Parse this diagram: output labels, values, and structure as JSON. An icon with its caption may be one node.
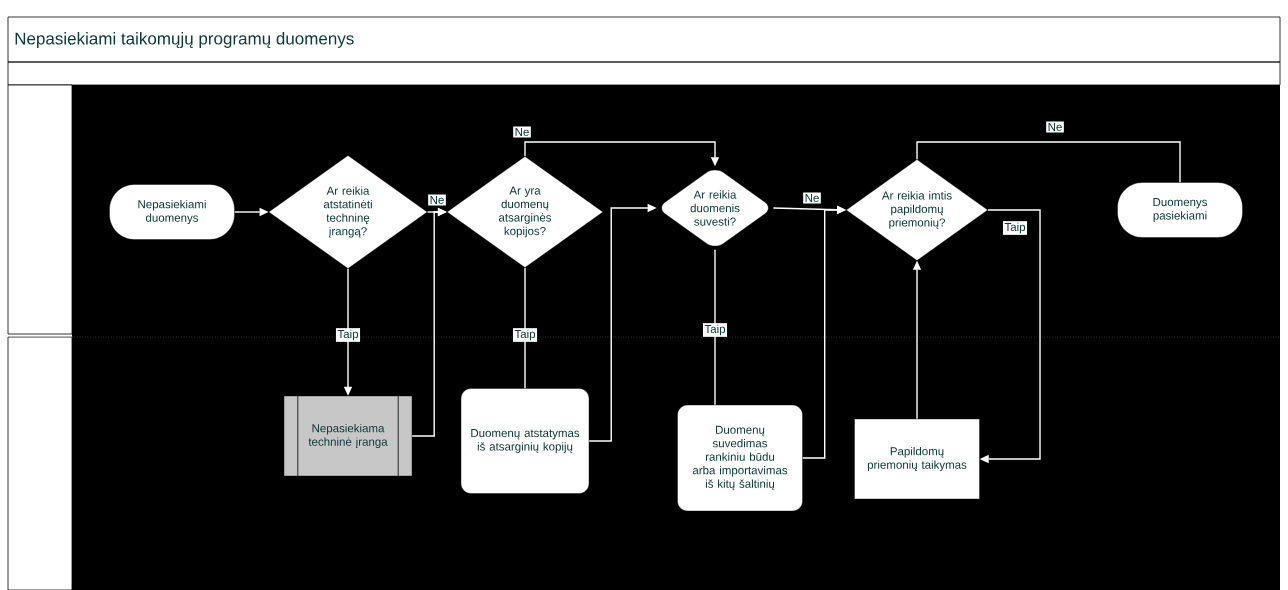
{
  "diagram": {
    "title": "Nepasiekiami taikomųjų programų duomenys",
    "nodes": [
      {
        "text": [
          "Nepasiekiami duomenys"
        ]
      },
      {
        "text": [
          "Ar reikia atstatinėti techninę įrangą?"
        ]
      },
      {
        "text": [
          "Ar yra duomenų atsarginės kopijos?"
        ]
      },
      {
        "text": [
          "Ar reikia duomenis suvesti?"
        ]
      },
      {
        "text": [
          "Ar reikia imtis papildomų priemonių?"
        ]
      },
      {
        "text": [
          "Duomenys pasiekiami"
        ]
      },
      {
        "text": [
          "Nepasiekiama techninė įranga"
        ]
      },
      {
        "text": [
          "Duomenų atstatymas iš atsarginių kopijų"
        ]
      },
      {
        "text": [
          "Duomenų suvedimas rankiniu būdu arba importavimas iš kitų šaltinių"
        ]
      },
      {
        "text": [
          "Papildomų priemonių taikymas"
        ]
      }
    ],
    "edges": [
      {
        "from": 0,
        "to": 1,
        "arrow": "to"
      },
      {
        "from": 1,
        "to": 2,
        "arrow": "to",
        "label": "Ne"
      },
      {
        "from": 1,
        "to": 6,
        "arrow": "to",
        "label": "Taip"
      },
      {
        "from": 6,
        "to": 2,
        "arrow": "to"
      },
      {
        "from": 2,
        "to": 3,
        "arrow": "to",
        "label": "Ne"
      },
      {
        "from": 2,
        "to": 7,
        "arrow": "none",
        "label": "Taip"
      },
      {
        "from": 7,
        "to": 3,
        "arrow": "to"
      },
      {
        "from": 3,
        "to": 4,
        "arrow": "to",
        "label": "Ne"
      },
      {
        "from": 3,
        "to": 8,
        "arrow": "none",
        "label": "Taip"
      },
      {
        "from": 8,
        "to": 4,
        "arrow": "to"
      },
      {
        "from": 4,
        "to": 9,
        "arrow": "to",
        "label": "Taip"
      },
      {
        "from": 9,
        "to": 4,
        "arrow": "to"
      },
      {
        "from": 4,
        "to": 5,
        "arrow": "none",
        "label": "Ne"
      }
    ]
  }
}
